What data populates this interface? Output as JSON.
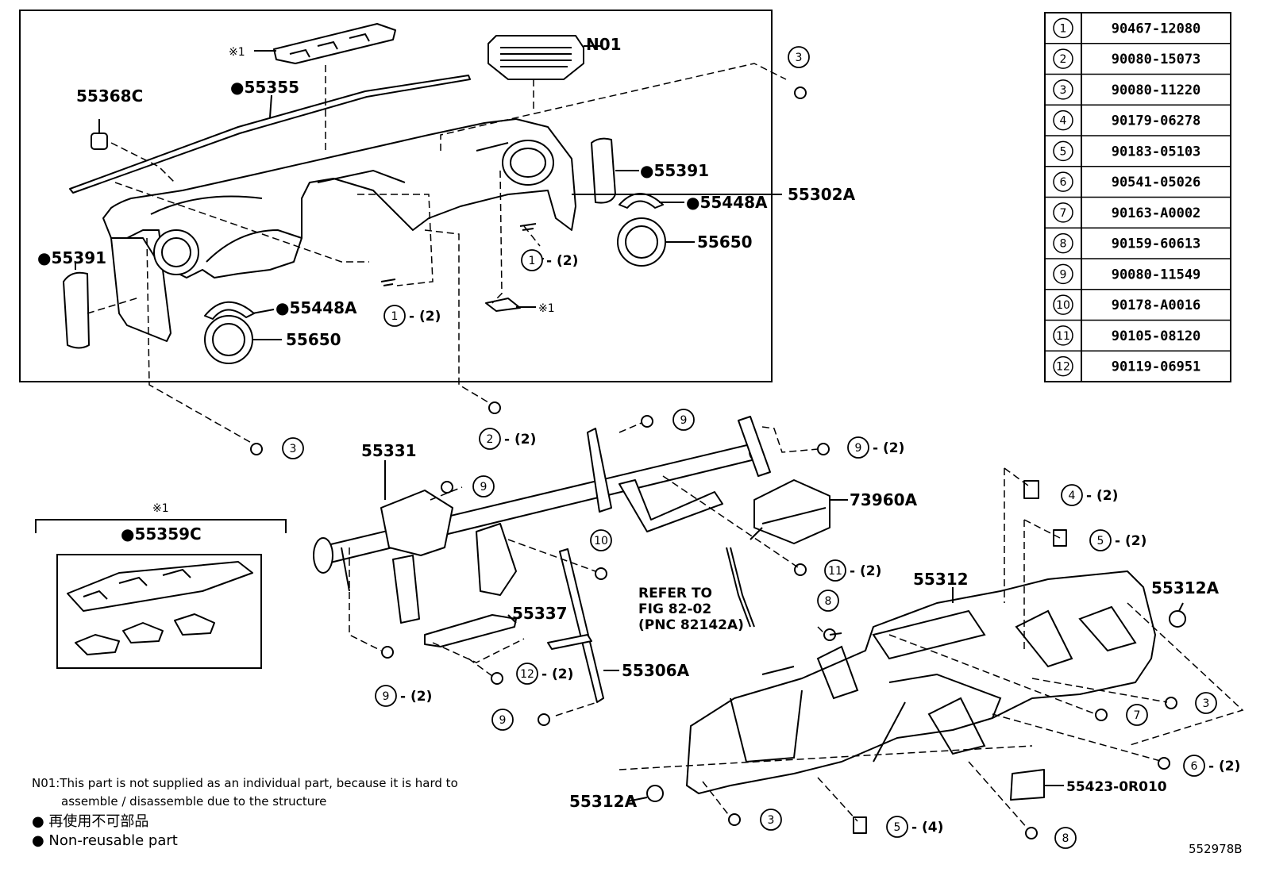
{
  "figure_code": "552978B",
  "inset_marker": "※1",
  "part_labels": {
    "n01": "N01",
    "p55355": "●55355",
    "p55368c": "55368C",
    "p55391_right": "●55391",
    "p55448a_right": "●55448A",
    "p55302a": "55302A",
    "p55650_right": "55650",
    "p55391_left": "●55391",
    "p55448a_left": "●55448A",
    "p55650_left": "55650",
    "p55331": "55331",
    "p73960a": "73960A",
    "p55337": "55337",
    "p55306a": "55306A",
    "p55312": "55312",
    "p55312a_right": "55312A",
    "p55312a_left": "55312A",
    "p55423": "55423-0R010",
    "p55359c": "●55359C"
  },
  "refer_note": [
    "REFER TO",
    "FIG 82-02",
    "(PNC 82142A)"
  ],
  "callouts": {
    "c3_top": {
      "num": "3",
      "qty": ""
    },
    "c1_a": {
      "num": "1",
      "qty": "- (2)"
    },
    "c1_b": {
      "num": "1",
      "qty": "- (2)"
    },
    "c2": {
      "num": "2",
      "qty": "- (2)"
    },
    "c3_left": {
      "num": "3",
      "qty": ""
    },
    "c9_top": {
      "num": "9",
      "qty": ""
    },
    "c9_right": {
      "num": "9",
      "qty": "- (2)"
    },
    "c9_mid": {
      "num": "9",
      "qty": ""
    },
    "c10": {
      "num": "10",
      "qty": ""
    },
    "c11": {
      "num": "11",
      "qty": "- (2)"
    },
    "c4": {
      "num": "4",
      "qty": "- (2)"
    },
    "c5_top": {
      "num": "5",
      "qty": "- (2)"
    },
    "c8_top": {
      "num": "8",
      "qty": ""
    },
    "c12": {
      "num": "12",
      "qty": "- (2)"
    },
    "c9_left": {
      "num": "9",
      "qty": "- (2)"
    },
    "c9_bottom": {
      "num": "9",
      "qty": ""
    },
    "c7": {
      "num": "7",
      "qty": ""
    },
    "c3_right": {
      "num": "3",
      "qty": ""
    },
    "c6": {
      "num": "6",
      "qty": "- (2)"
    },
    "c5_bottom": {
      "num": "5",
      "qty": "- (4)"
    },
    "c3_bottom": {
      "num": "3",
      "qty": ""
    },
    "c8_bottom": {
      "num": "8",
      "qty": ""
    }
  },
  "parts_table": [
    {
      "num": "1",
      "part": "90467-12080"
    },
    {
      "num": "2",
      "part": "90080-15073"
    },
    {
      "num": "3",
      "part": "90080-11220"
    },
    {
      "num": "4",
      "part": "90179-06278"
    },
    {
      "num": "5",
      "part": "90183-05103"
    },
    {
      "num": "6",
      "part": "90541-05026"
    },
    {
      "num": "7",
      "part": "90163-A0002"
    },
    {
      "num": "8",
      "part": "90159-60613"
    },
    {
      "num": "9",
      "part": "90080-11549"
    },
    {
      "num": "10",
      "part": "90178-A0016"
    },
    {
      "num": "11",
      "part": "90105-08120"
    },
    {
      "num": "12",
      "part": "90119-06951"
    }
  ],
  "footnotes": {
    "n01_line1": "N01:This part is not supplied as an individual part, because it is hard to",
    "n01_line2": "assemble / disassemble due to the structure",
    "legend_jp": "● 再使用不可部品",
    "legend_en": "● Non-reusable part"
  }
}
